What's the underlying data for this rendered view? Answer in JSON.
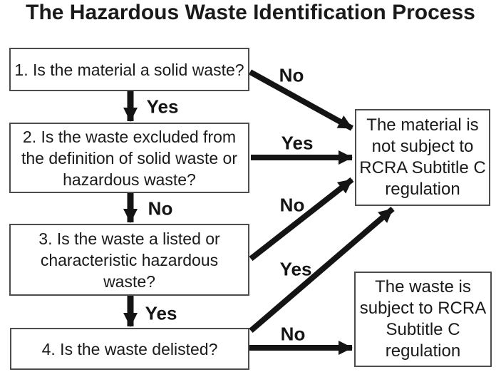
{
  "title": "The Hazardous Waste Identification Process",
  "nodes": {
    "q1": {
      "label": "1. Is the material a solid waste?"
    },
    "q2": {
      "label": "2. Is the waste excluded from\nthe definition of solid waste or\nhazardous waste?"
    },
    "q3": {
      "label": "3. Is the waste a listed or\ncharacteristic hazardous\nwaste?"
    },
    "q4": {
      "label": "4. Is the waste delisted?"
    },
    "not_subject": {
      "label": "The material is\nnot subject to\nRCRA Subtitle C\nregulation"
    },
    "subject": {
      "label": "The waste is\nsubject to RCRA\nSubtitle C\nregulation"
    }
  },
  "edges": [
    {
      "from": "q1",
      "to": "q2",
      "label": "Yes"
    },
    {
      "from": "q1",
      "to": "not_subject",
      "label": "No"
    },
    {
      "from": "q2",
      "to": "q3",
      "label": "No"
    },
    {
      "from": "q2",
      "to": "not_subject",
      "label": "Yes"
    },
    {
      "from": "q3",
      "to": "q4",
      "label": "Yes"
    },
    {
      "from": "q3",
      "to": "not_subject",
      "label": "No"
    },
    {
      "from": "q4",
      "to": "not_subject",
      "label": "Yes"
    },
    {
      "from": "q4",
      "to": "subject",
      "label": "No"
    }
  ],
  "colors": {
    "arrow": "#141414",
    "box_border": "#4d4d4d",
    "text": "#1a1a1a",
    "bg": "#ffffff"
  }
}
